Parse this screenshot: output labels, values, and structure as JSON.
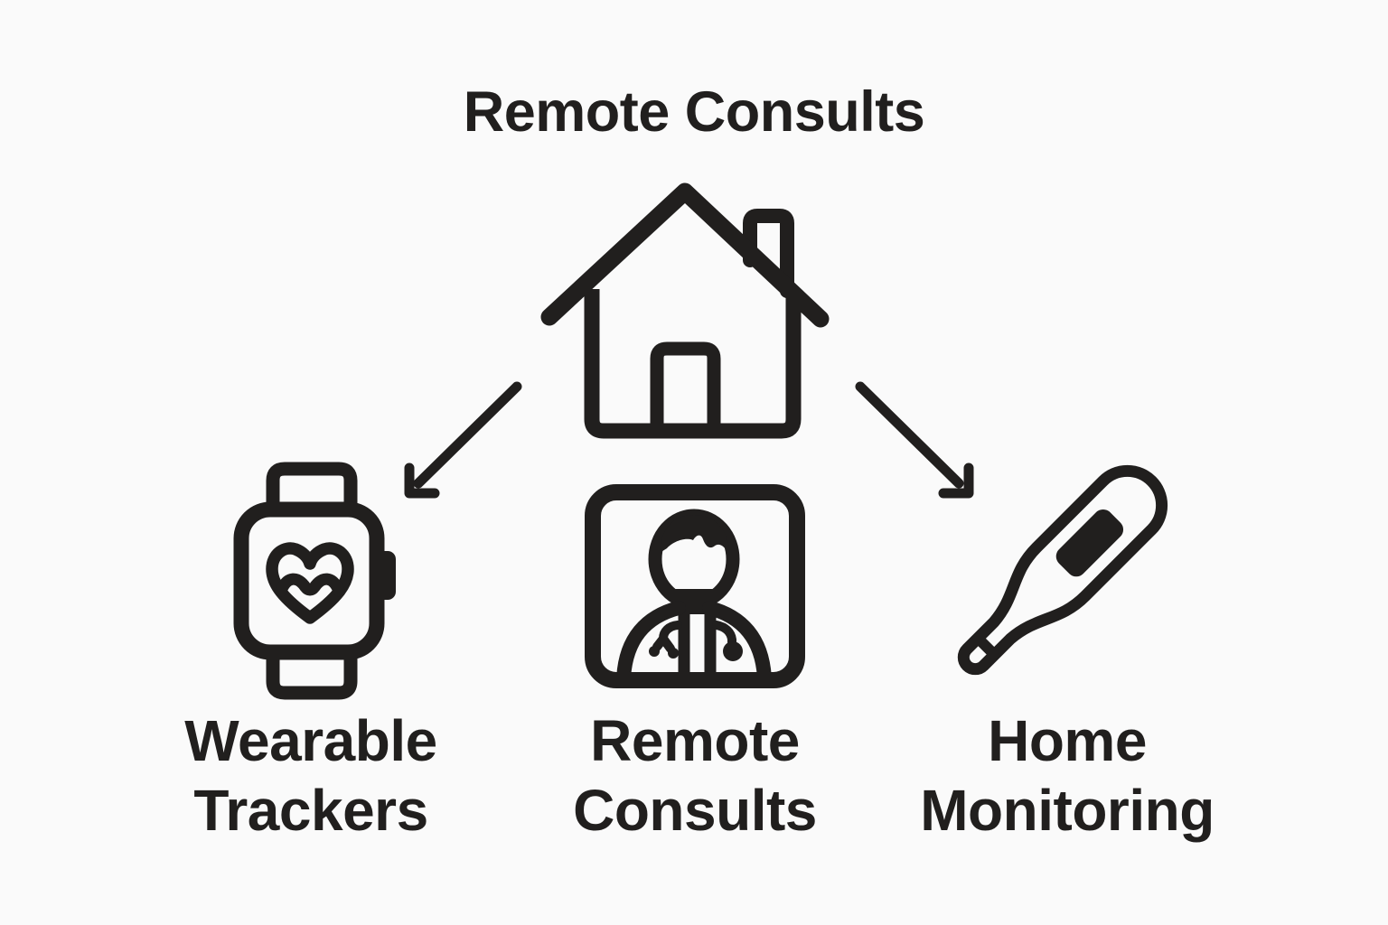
{
  "title": "Remote Consults",
  "hub": {
    "icon": "house-icon"
  },
  "connectors": [
    {
      "icon": "arrow-down-left-icon",
      "direction": "down-left"
    },
    {
      "icon": "arrow-down-right-icon",
      "direction": "down-right"
    }
  ],
  "nodes": [
    {
      "icon": "smartwatch-heart-icon",
      "label": "Wearable\nTrackers"
    },
    {
      "icon": "video-doctor-icon",
      "label": "Remote\nConsults"
    },
    {
      "icon": "thermometer-icon",
      "label": "Home\nMonitoring"
    }
  ],
  "colors": {
    "background": "#fafafa",
    "ink": "#211f1e"
  }
}
